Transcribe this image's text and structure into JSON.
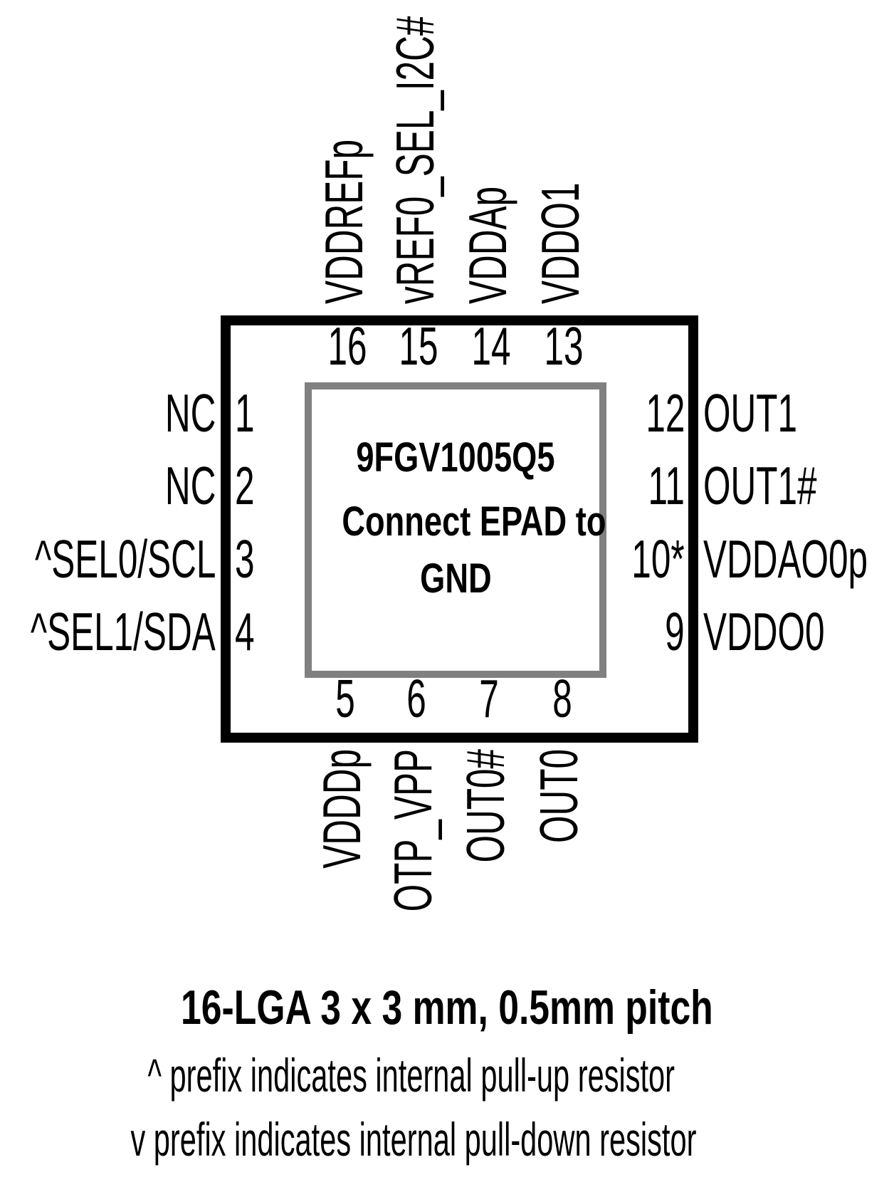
{
  "chip": {
    "part_number": "9FGV1005Q5",
    "epad_note_line1": "Connect EPAD to",
    "epad_note_line2": "GND"
  },
  "pins": {
    "top": [
      {
        "number": "16",
        "label": "VDDREFp"
      },
      {
        "number": "15",
        "label": "vREF0_SEL_I2C#"
      },
      {
        "number": "14",
        "label": "VDDAp"
      },
      {
        "number": "13",
        "label": "VDDO1"
      }
    ],
    "left": [
      {
        "number": "1",
        "label": "NC"
      },
      {
        "number": "2",
        "label": "NC"
      },
      {
        "number": "3",
        "label": "^SEL0/SCL"
      },
      {
        "number": "4",
        "label": "^SEL1/SDA"
      }
    ],
    "right": [
      {
        "number": "12",
        "label": "OUT1"
      },
      {
        "number": "11",
        "label": "OUT1#"
      },
      {
        "number": "10*",
        "label": "VDDAO0p"
      },
      {
        "number": "9",
        "label": "VDDO0"
      }
    ],
    "bottom": [
      {
        "number": "5",
        "label": "VDDDp"
      },
      {
        "number": "6",
        "label": "OTP_VPP"
      },
      {
        "number": "7",
        "label": "OUT0#"
      },
      {
        "number": "8",
        "label": "OUT0"
      }
    ]
  },
  "footer": {
    "package": "16-LGA 3 x 3 mm, 0.5mm pitch",
    "note_pullup": "^ prefix indicates internal pull-up resistor",
    "note_pulldown": "v prefix indicates internal pull-down resistor"
  },
  "colors": {
    "background": "#ffffff",
    "text": "#000000",
    "chip_border": "#000000",
    "epad_border": "#808080"
  }
}
